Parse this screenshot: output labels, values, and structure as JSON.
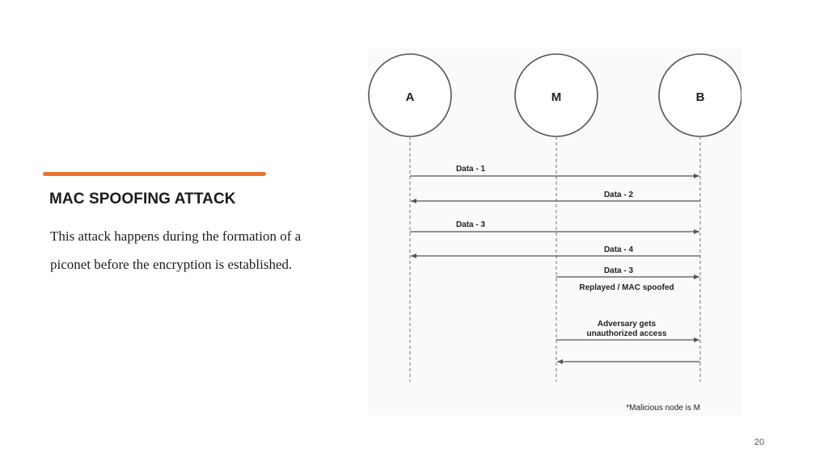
{
  "slide": {
    "title": "MAC SPOOFING ATTACK",
    "body_line1": "This attack happens during the formation of a",
    "body_line2": "piconet before the encryption is established.",
    "accent_color": "#E8742F",
    "page_number": "20"
  },
  "diagram": {
    "nodes": {
      "a": "A",
      "m": "M",
      "b": "B"
    },
    "messages": {
      "data1": "Data - 1",
      "data2": "Data - 2",
      "data3": "Data - 3",
      "data4": "Data - 4",
      "data3_replay": "Data - 3",
      "replayed_note": "Replayed / MAC spoofed",
      "adversary_line1": "Adversary gets",
      "adversary_line2": "unauthorized access"
    },
    "footnote": "*Malicious node is M"
  }
}
